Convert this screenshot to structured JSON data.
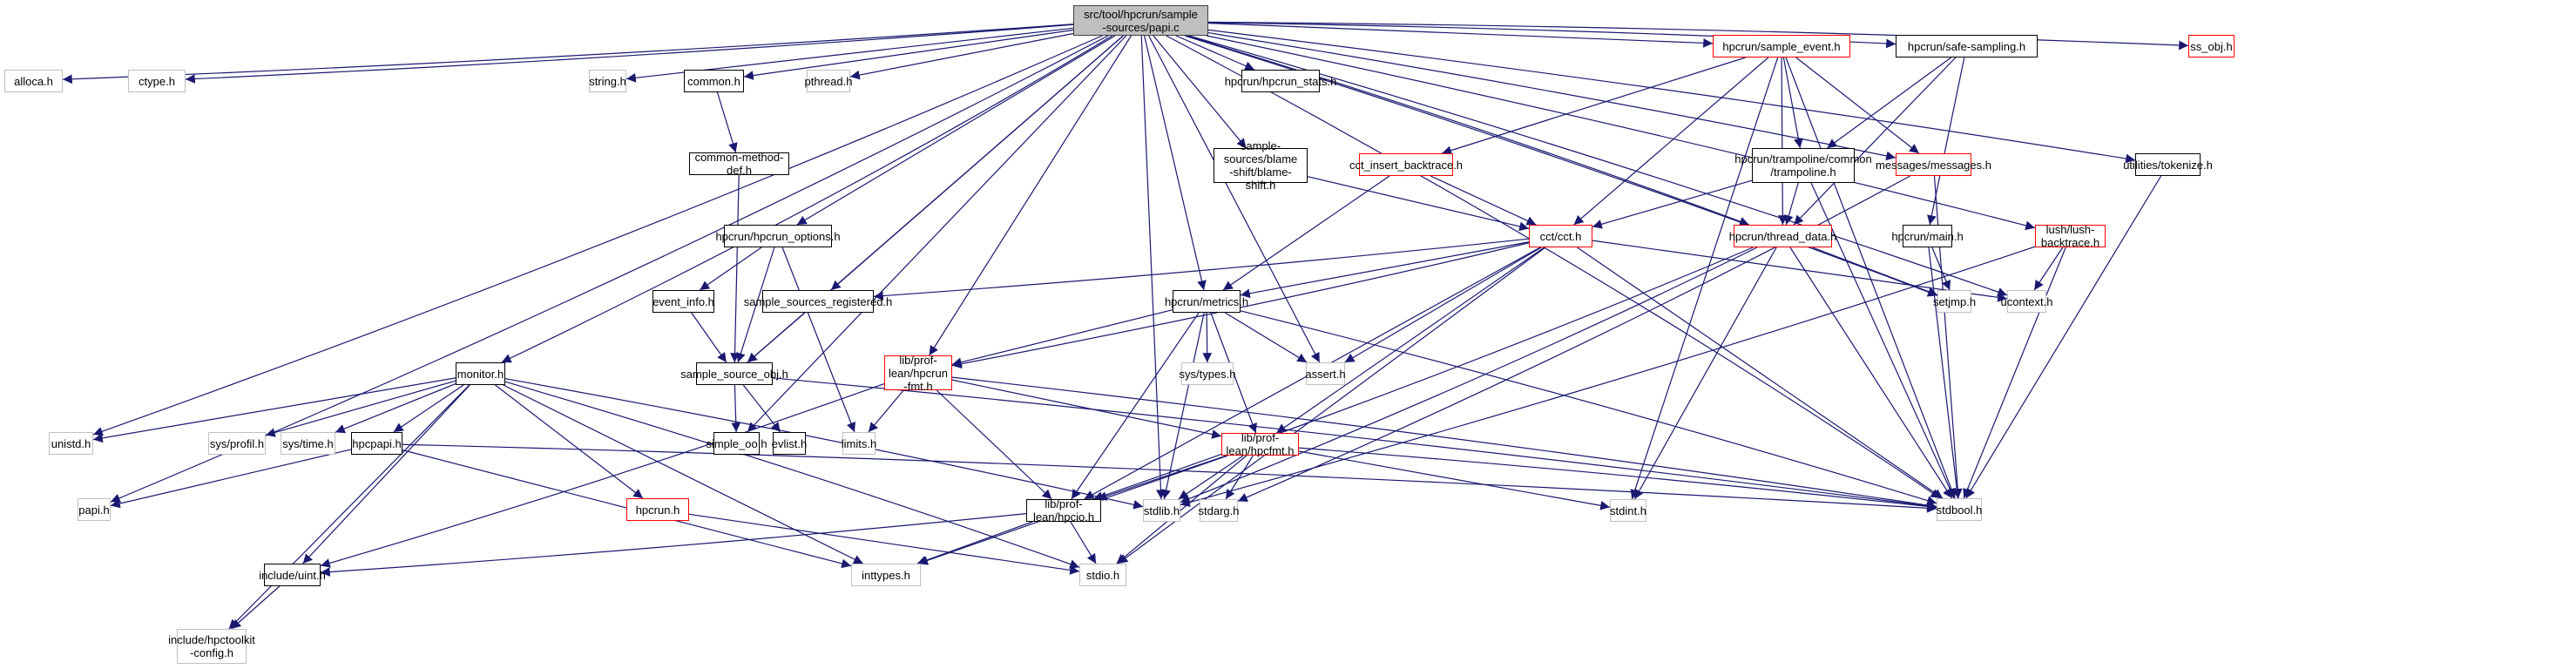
{
  "title": "src/tool/hpcrun/sample-sources/papi.c include dependency graph",
  "edge_color": "#191970",
  "legend_styles": {
    "root": {
      "fill": "#bfbfbf",
      "border": "#404040"
    },
    "documented": {
      "fill": "#ffffff",
      "border": "#000000"
    },
    "has_more_includes": {
      "fill": "#ffffff",
      "border": "#ff0000"
    },
    "external": {
      "fill": "#ffffff",
      "border": "#bfbfbf"
    }
  },
  "nodes": [
    {
      "id": "papi_c",
      "label": "src/tool/hpcrun/sample\n-sources/papi.c",
      "kind": "root"
    },
    {
      "id": "alloca",
      "label": "alloca.h",
      "kind": "ext"
    },
    {
      "id": "ctype",
      "label": "ctype.h",
      "kind": "ext"
    },
    {
      "id": "string",
      "label": "string.h",
      "kind": "ext"
    },
    {
      "id": "common",
      "label": "common.h",
      "kind": "doc"
    },
    {
      "id": "pthread",
      "label": "pthread.h",
      "kind": "ext"
    },
    {
      "id": "hpcrun_stats",
      "label": "hpcrun/hpcrun_stats.h",
      "kind": "doc"
    },
    {
      "id": "sample_event",
      "label": "hpcrun/sample_event.h",
      "kind": "red"
    },
    {
      "id": "safe_sampling",
      "label": "hpcrun/safe-sampling.h",
      "kind": "doc"
    },
    {
      "id": "ss_obj",
      "label": "ss_obj.h",
      "kind": "red"
    },
    {
      "id": "common_method_def",
      "label": "common-method-def.h",
      "kind": "doc"
    },
    {
      "id": "blame_shift",
      "label": "sample-sources/blame\n-shift/blame-shift.h",
      "kind": "doc"
    },
    {
      "id": "cct_insert_backtrace",
      "label": "cct_insert_backtrace.h",
      "kind": "red"
    },
    {
      "id": "trampoline",
      "label": "hpcrun/trampoline/common\n/trampoline.h",
      "kind": "doc"
    },
    {
      "id": "messages",
      "label": "messages/messages.h",
      "kind": "red"
    },
    {
      "id": "tokenize",
      "label": "utilities/tokenize.h",
      "kind": "doc"
    },
    {
      "id": "hpcrun_options",
      "label": "hpcrun/hpcrun_options.h",
      "kind": "doc"
    },
    {
      "id": "cct",
      "label": "cct/cct.h",
      "kind": "red"
    },
    {
      "id": "thread_data",
      "label": "hpcrun/thread_data.h",
      "kind": "red"
    },
    {
      "id": "hpcrun_main",
      "label": "hpcrun/main.h",
      "kind": "doc"
    },
    {
      "id": "lush_backtrace",
      "label": "lush/lush-backtrace.h",
      "kind": "red"
    },
    {
      "id": "event_info",
      "label": "event_info.h",
      "kind": "doc"
    },
    {
      "id": "ss_registered",
      "label": "sample_sources_registered.h",
      "kind": "doc"
    },
    {
      "id": "metrics",
      "label": "hpcrun/metrics.h",
      "kind": "doc"
    },
    {
      "id": "setjmp",
      "label": "setjmp.h",
      "kind": "ext"
    },
    {
      "id": "ucontext",
      "label": "ucontext.h",
      "kind": "ext"
    },
    {
      "id": "monitor",
      "label": "monitor.h",
      "kind": "doc"
    },
    {
      "id": "ss_obj_h",
      "label": "sample_source_obj.h",
      "kind": "doc"
    },
    {
      "id": "hpcrun_fmt",
      "label": "lib/prof-lean/hpcrun\n-fmt.h",
      "kind": "red"
    },
    {
      "id": "sys_types",
      "label": "sys/types.h",
      "kind": "ext"
    },
    {
      "id": "assert",
      "label": "assert.h",
      "kind": "ext"
    },
    {
      "id": "unistd",
      "label": "unistd.h",
      "kind": "ext"
    },
    {
      "id": "sys_profil",
      "label": "sys/profil.h",
      "kind": "ext"
    },
    {
      "id": "sys_time",
      "label": "sys/time.h",
      "kind": "ext"
    },
    {
      "id": "hpcpapi",
      "label": "hpcpapi.h",
      "kind": "doc"
    },
    {
      "id": "simple_oo",
      "label": "simple_oo.h",
      "kind": "doc"
    },
    {
      "id": "evlist",
      "label": "evlist.h",
      "kind": "doc"
    },
    {
      "id": "limits",
      "label": "limits.h",
      "kind": "ext"
    },
    {
      "id": "hpcfmt",
      "label": "lib/prof-lean/hpcfmt.h",
      "kind": "red"
    },
    {
      "id": "papi_h",
      "label": "papi.h",
      "kind": "ext"
    },
    {
      "id": "hpcrun_h",
      "label": "hpcrun.h",
      "kind": "red"
    },
    {
      "id": "hpcio",
      "label": "lib/prof-lean/hpcio.h",
      "kind": "doc"
    },
    {
      "id": "stdlib",
      "label": "stdlib.h",
      "kind": "ext"
    },
    {
      "id": "stdarg",
      "label": "stdarg.h",
      "kind": "ext"
    },
    {
      "id": "stdint",
      "label": "stdint.h",
      "kind": "ext"
    },
    {
      "id": "stdbool",
      "label": "stdbool.h",
      "kind": "ext"
    },
    {
      "id": "uint",
      "label": "include/uint.h",
      "kind": "doc"
    },
    {
      "id": "inttypes",
      "label": "inttypes.h",
      "kind": "ext"
    },
    {
      "id": "stdio",
      "label": "stdio.h",
      "kind": "ext"
    },
    {
      "id": "hpctoolkit_config",
      "label": "include/hpctoolkit\n-config.h",
      "kind": "ext"
    }
  ],
  "edges": [
    [
      "papi_c",
      "alloca"
    ],
    [
      "papi_c",
      "ctype"
    ],
    [
      "papi_c",
      "string"
    ],
    [
      "papi_c",
      "common"
    ],
    [
      "papi_c",
      "pthread"
    ],
    [
      "papi_c",
      "hpcrun_stats"
    ],
    [
      "papi_c",
      "sample_event"
    ],
    [
      "papi_c",
      "safe_sampling"
    ],
    [
      "papi_c",
      "ss_obj"
    ],
    [
      "papi_c",
      "blame_shift"
    ],
    [
      "papi_c",
      "hpcrun_options"
    ],
    [
      "papi_c",
      "monitor"
    ],
    [
      "papi_c",
      "unistd"
    ],
    [
      "papi_c",
      "papi_h"
    ],
    [
      "papi_c",
      "simple_oo"
    ],
    [
      "papi_c",
      "ss_obj_h"
    ],
    [
      "papi_c",
      "ss_registered"
    ],
    [
      "papi_c",
      "hpcrun_fmt"
    ],
    [
      "papi_c",
      "metrics"
    ],
    [
      "papi_c",
      "stdlib"
    ],
    [
      "papi_c",
      "assert"
    ],
    [
      "papi_c",
      "thread_data"
    ],
    [
      "papi_c",
      "messages"
    ],
    [
      "papi_c",
      "setjmp"
    ],
    [
      "papi_c",
      "ucontext"
    ],
    [
      "papi_c",
      "lush_backtrace"
    ],
    [
      "papi_c",
      "tokenize"
    ],
    [
      "papi_c",
      "stdbool"
    ],
    [
      "common",
      "common_method_def"
    ],
    [
      "common_method_def",
      "ss_obj_h"
    ],
    [
      "hpcrun_options",
      "event_info"
    ],
    [
      "hpcrun_options",
      "ss_obj_h"
    ],
    [
      "hpcrun_options",
      "limits"
    ],
    [
      "event_info",
      "ss_obj_h"
    ],
    [
      "ss_registered",
      "ss_obj_h"
    ],
    [
      "ss_obj_h",
      "simple_oo"
    ],
    [
      "ss_obj_h",
      "evlist"
    ],
    [
      "ss_obj_h",
      "stdbool"
    ],
    [
      "sample_event",
      "cct_insert_backtrace"
    ],
    [
      "sample_event",
      "trampoline"
    ],
    [
      "sample_event",
      "messages"
    ],
    [
      "sample_event",
      "cct"
    ],
    [
      "sample_event",
      "thread_data"
    ],
    [
      "sample_event",
      "stdint"
    ],
    [
      "sample_event",
      "stdbool"
    ],
    [
      "safe_sampling",
      "trampoline"
    ],
    [
      "safe_sampling",
      "thread_data"
    ],
    [
      "safe_sampling",
      "hpcrun_main"
    ],
    [
      "blame_shift",
      "cct"
    ],
    [
      "cct_insert_backtrace",
      "cct"
    ],
    [
      "cct_insert_backtrace",
      "metrics"
    ],
    [
      "trampoline",
      "cct"
    ],
    [
      "trampoline",
      "thread_data"
    ],
    [
      "trampoline",
      "stdbool"
    ],
    [
      "messages",
      "stdarg"
    ],
    [
      "messages",
      "stdbool"
    ],
    [
      "cct",
      "metrics"
    ],
    [
      "cct",
      "hpcrun_fmt"
    ],
    [
      "cct",
      "ss_registered"
    ],
    [
      "cct",
      "ucontext"
    ],
    [
      "cct",
      "assert"
    ],
    [
      "cct",
      "hpcfmt"
    ],
    [
      "cct",
      "stdio"
    ],
    [
      "cct",
      "stdbool"
    ],
    [
      "cct",
      "hpcio"
    ],
    [
      "thread_data",
      "setjmp"
    ],
    [
      "thread_data",
      "hpcio"
    ],
    [
      "thread_data",
      "stdlib"
    ],
    [
      "thread_data",
      "stdint"
    ],
    [
      "thread_data",
      "stdbool"
    ],
    [
      "hpcrun_main",
      "setjmp"
    ],
    [
      "hpcrun_main",
      "stdbool"
    ],
    [
      "lush_backtrace",
      "ucontext"
    ],
    [
      "lush_backtrace",
      "stdlib"
    ],
    [
      "lush_backtrace",
      "stdbool"
    ],
    [
      "tokenize",
      "stdbool"
    ],
    [
      "metrics",
      "hpcrun_fmt"
    ],
    [
      "metrics",
      "sys_types"
    ],
    [
      "metrics",
      "assert"
    ],
    [
      "metrics",
      "hpcfmt"
    ],
    [
      "metrics",
      "hpcio"
    ],
    [
      "metrics",
      "stdlib"
    ],
    [
      "metrics",
      "stdbool"
    ],
    [
      "hpcrun_fmt",
      "limits"
    ],
    [
      "hpcrun_fmt",
      "hpcio"
    ],
    [
      "hpcrun_fmt",
      "hpcfmt"
    ],
    [
      "hpcrun_fmt",
      "uint"
    ],
    [
      "hpcrun_fmt",
      "stdbool"
    ],
    [
      "hpcfmt",
      "hpcio"
    ],
    [
      "hpcfmt",
      "stdlib"
    ],
    [
      "hpcfmt",
      "stdarg"
    ],
    [
      "hpcfmt",
      "stdint"
    ],
    [
      "hpcfmt",
      "inttypes"
    ],
    [
      "hpcfmt",
      "stdio"
    ],
    [
      "hpcfmt",
      "stdbool"
    ],
    [
      "monitor",
      "unistd"
    ],
    [
      "monitor",
      "sys_profil"
    ],
    [
      "monitor",
      "sys_time"
    ],
    [
      "monitor",
      "hpcpapi"
    ],
    [
      "monitor",
      "hpcrun_h"
    ],
    [
      "monitor",
      "uint"
    ],
    [
      "monitor",
      "hpctoolkit_config"
    ],
    [
      "monitor",
      "inttypes"
    ],
    [
      "monitor",
      "stdlib"
    ],
    [
      "monitor",
      "stdio"
    ],
    [
      "hpcpapi",
      "papi_h"
    ],
    [
      "hpcpapi",
      "inttypes"
    ],
    [
      "hpcpapi",
      "stdbool"
    ],
    [
      "hpcrun_h",
      "stdio"
    ],
    [
      "hpcio",
      "uint"
    ],
    [
      "hpcio",
      "inttypes"
    ],
    [
      "hpcio",
      "stdio"
    ],
    [
      "uint",
      "hpctoolkit_config"
    ]
  ]
}
